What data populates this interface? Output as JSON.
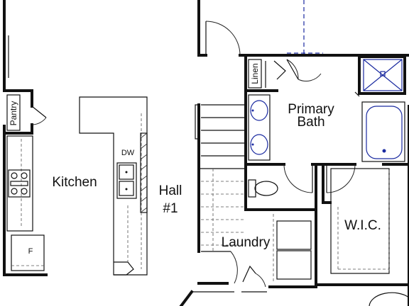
{
  "plan": {
    "rooms": {
      "kitchen": "Kitchen",
      "hall_line1": "Hall",
      "hall_line2": "#1",
      "pantry": "Pantry",
      "linen": "Linen",
      "bath_line1": "Primary",
      "bath_line2": "Bath",
      "wic": "W.I.C.",
      "laundry": "Laundry"
    },
    "fixtures": {
      "dishwasher": "DW",
      "fridge": "F"
    },
    "colors": {
      "walls": "#111111",
      "bath_fixtures": "#1a2aa0"
    }
  }
}
